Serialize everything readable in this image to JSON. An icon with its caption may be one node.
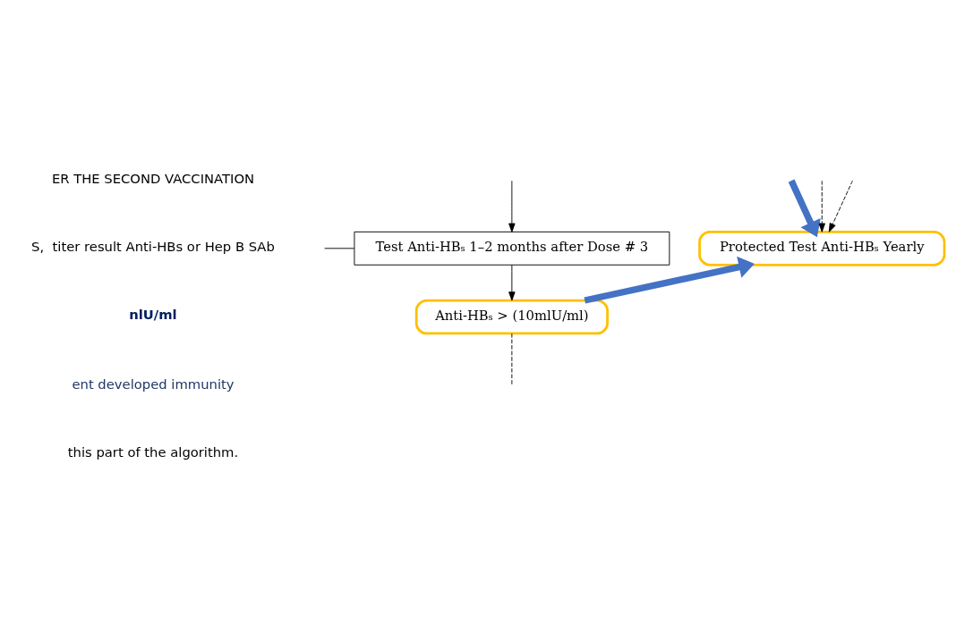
{
  "diagram": {
    "nodes": [
      {
        "text": [
          "Protected Test Anti-HBₛ Yearly"
        ]
      },
      {
        "text": [
          "Test Anti-HBₛ 1–2 months after Dose # 3"
        ]
      },
      {
        "text": [
          "Anti-HBₛ > (10mlU/ml)"
        ]
      }
    ],
    "edges": [
      {
        "from": null,
        "to": 1,
        "arrow": "to"
      },
      {
        "from": null,
        "to": 1,
        "arrow": "none"
      },
      {
        "from": 1,
        "to": 2,
        "arrow": "to"
      },
      {
        "from": 2,
        "to": 0,
        "arrow": "to",
        "style": "thick",
        "color": "#4472c4"
      },
      {
        "from": null,
        "to": 0,
        "arrow": "to",
        "style": "thick",
        "color": "#4472c4"
      },
      {
        "from": null,
        "to": 0,
        "arrow": "to",
        "style": "dashed"
      },
      {
        "from": null,
        "to": 0,
        "arrow": "to",
        "style": "dashed"
      },
      {
        "from": 2,
        "to": null,
        "arrow": "none",
        "style": "dashed"
      }
    ],
    "labels": [
      "ER THE SECOND VACCINATION",
      "S,  titer result Anti-HBs or Hep B SAb",
      "nlU/ml",
      "ent developed immunity",
      "this part of the algorithm."
    ]
  }
}
